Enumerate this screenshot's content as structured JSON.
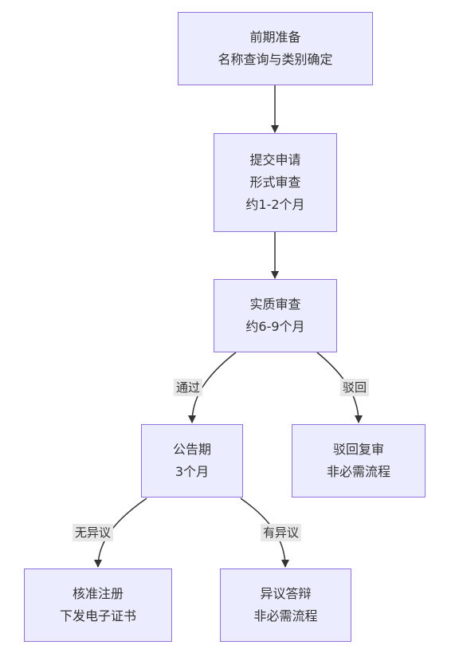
{
  "nodes": {
    "prep": {
      "line1": "前期准备",
      "line2": "名称查询与类别确定"
    },
    "submit": {
      "line1": "提交申请",
      "line2": "形式审查",
      "line3": "约1-2个月"
    },
    "substantive": {
      "line1": "实质审查",
      "line2": "约6-9个月"
    },
    "publication": {
      "line1": "公告期",
      "line2": "3个月"
    },
    "reexam": {
      "line1": "驳回复审",
      "line2": "非必需流程"
    },
    "register": {
      "line1": "核准注册",
      "line2": "下发电子证书"
    },
    "opposition": {
      "line1": "异议答辩",
      "line2": "非必需流程"
    }
  },
  "edges": {
    "pass": "通过",
    "reject": "驳回",
    "no_objection": "无异议",
    "objection": "有异议"
  },
  "colors": {
    "node_fill": "#ECECFF",
    "node_border": "#9370DB",
    "line": "#333333",
    "label_bg": "#e8e8e8"
  }
}
